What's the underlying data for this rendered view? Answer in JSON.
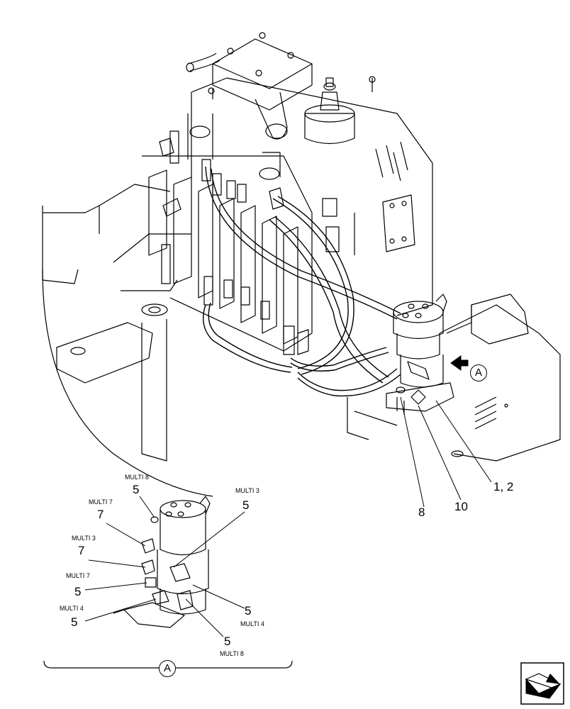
{
  "callouts": {
    "main_8": "8",
    "main_10": "10",
    "main_1_2": "1, 2",
    "main_view": "A",
    "detail_view": "A"
  },
  "detail_labels": [
    {
      "id": "multi8_top",
      "small": "MULTI 8",
      "num": "5"
    },
    {
      "id": "multi7_top",
      "small": "MULTI 7",
      "num": "7"
    },
    {
      "id": "multi3_left",
      "small": "MULTI 3",
      "num": "7"
    },
    {
      "id": "multi7_left",
      "small": "MULTI 7",
      "num": "5"
    },
    {
      "id": "multi4_left",
      "small": "MULTI 4",
      "num": "5"
    },
    {
      "id": "multi3_right",
      "small": "MULTI 3",
      "num": "5"
    },
    {
      "id": "multi4_right",
      "small": "MULTI 4",
      "num": "5"
    },
    {
      "id": "multi8_bottom",
      "small": "MULTI 8",
      "num": "5"
    }
  ],
  "icons": {
    "nav": "navigation-arrow-icon",
    "view_arrow": "view-direction-arrow-icon"
  }
}
